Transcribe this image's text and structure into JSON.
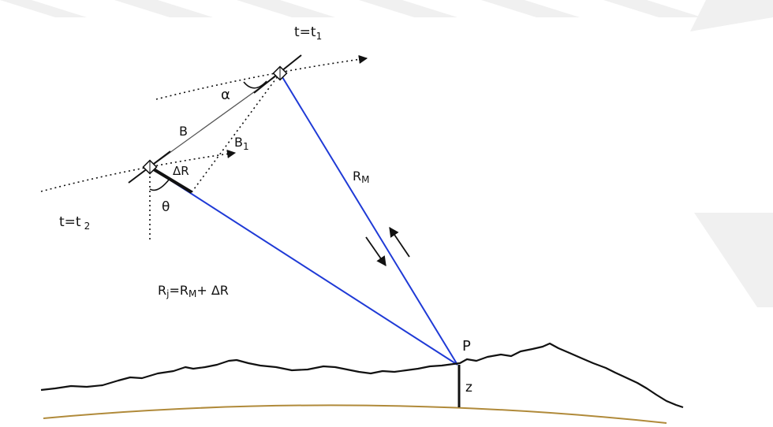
{
  "labels": {
    "t1": "t=t",
    "t1_sub": "1",
    "t2": "t=t",
    "t2_sub": "2",
    "alpha": "α",
    "baseline": "B",
    "b1": "B",
    "b1_sub": "1",
    "delta_r": "ΔR",
    "theta": "θ",
    "rm": "R",
    "rm_sub": "M",
    "eq_r": "R",
    "eq_r_sub": "j",
    "eq_eq": "=R",
    "eq_rm_sub": "M",
    "eq_tail": "+ ΔR",
    "point": "P",
    "height": "z"
  },
  "colors": {
    "background": "#ffffff",
    "stripe": "#f0f0f0",
    "line": "#111111",
    "range_line": "#1f3ad6",
    "ellipsoid": "#b08a3a"
  }
}
